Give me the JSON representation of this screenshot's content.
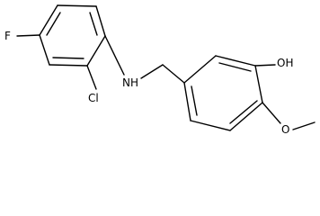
{
  "molecule": {
    "atoms": {
      "fluorine": "F",
      "chlorine": "Cl",
      "amine": "NH",
      "hydroxyl": "OH",
      "methoxy_oxygen": "O"
    },
    "colors": {
      "bond": "#000000",
      "background": "#ffffff"
    }
  }
}
